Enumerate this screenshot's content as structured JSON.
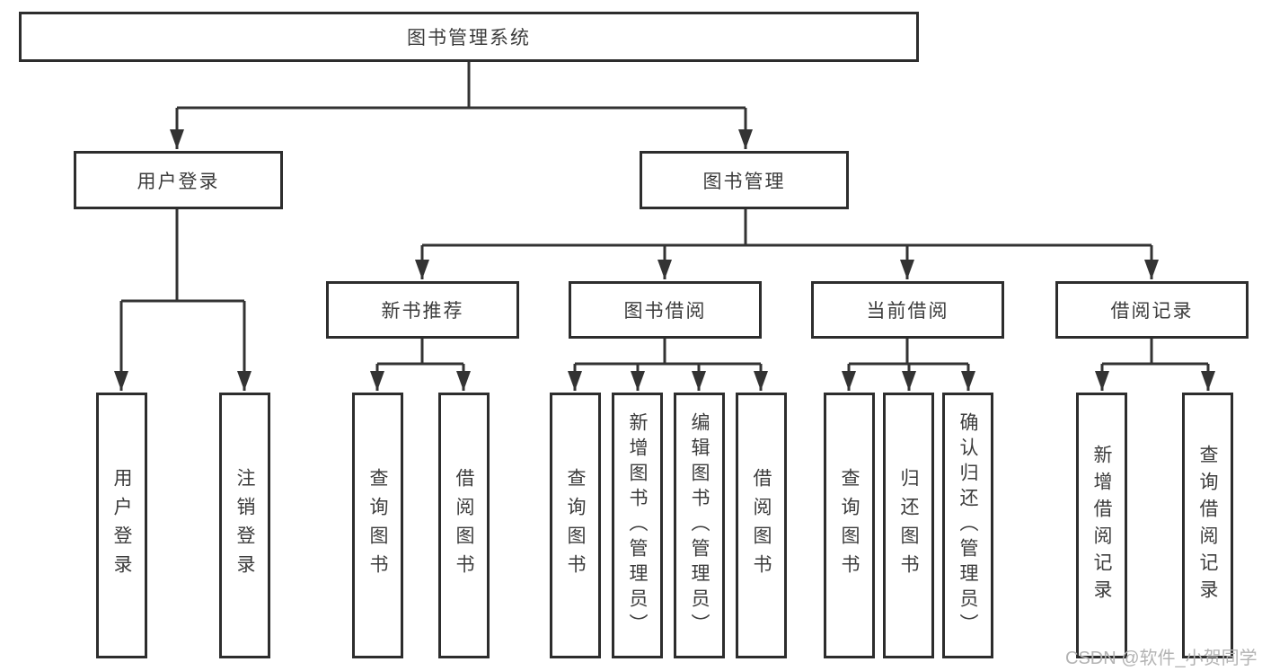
{
  "diagram": {
    "tree": {
      "label": "图书管理系统",
      "children": [
        {
          "label": "用户登录",
          "children": [
            {
              "label": "用户登录"
            },
            {
              "label": "注销登录"
            }
          ]
        },
        {
          "label": "图书管理",
          "children": [
            {
              "label": "新书推荐",
              "children": [
                {
                  "label": "查询图书"
                },
                {
                  "label": "借阅图书"
                }
              ]
            },
            {
              "label": "图书借阅",
              "children": [
                {
                  "label": "查询图书"
                },
                {
                  "label": "新增图书（管理员）"
                },
                {
                  "label": "编辑图书（管理员）"
                },
                {
                  "label": "借阅图书"
                }
              ]
            },
            {
              "label": "当前借阅",
              "children": [
                {
                  "label": "查询图书"
                },
                {
                  "label": "归还图书"
                },
                {
                  "label": "确认归还（管理员）"
                }
              ]
            },
            {
              "label": "借阅记录",
              "children": [
                {
                  "label": "新增借阅记录"
                },
                {
                  "label": "查询借阅记录"
                }
              ]
            }
          ]
        }
      ]
    },
    "line_color": "#333333",
    "border_color": "#2d2d2d"
  },
  "watermark": "CSDN @软件_小贺同学"
}
